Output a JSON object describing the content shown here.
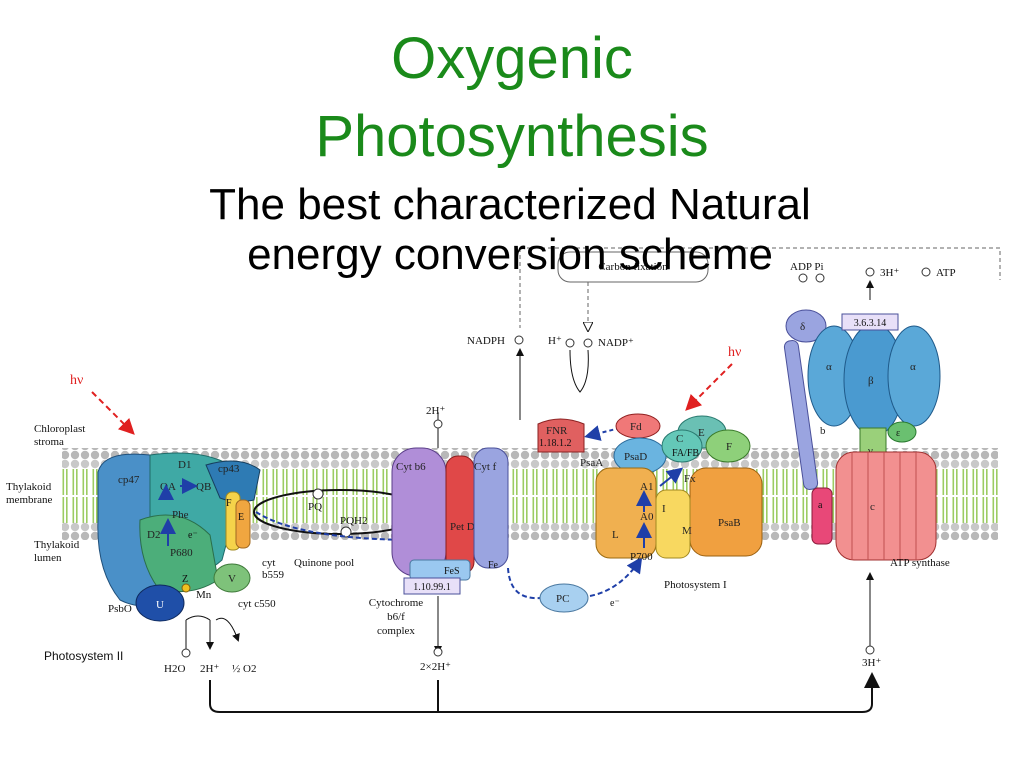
{
  "slide": {
    "title_line1": "Oxygenic",
    "title_line2": "Photosynthesis",
    "subtitle_line1": "The best characterized Natural",
    "subtitle_line2": "energy conversion scheme"
  },
  "diagram": {
    "hv_left": "hν",
    "hv_right": "hν",
    "chloroplast_stroma": [
      "Chloroplast",
      "stroma"
    ],
    "thylakoid_membrane": [
      "Thylakoid",
      "membrane"
    ],
    "thylakoid_lumen": [
      "Thylakoid",
      "lumen"
    ],
    "carbon_fixation": "Carbon fixation",
    "adp_pi": "ADP Pi",
    "three_h_top": "3H⁺",
    "atp": "ATP",
    "nadph": "NADPH",
    "h_plus": "H⁺",
    "nadp_plus": "NADP⁺",
    "two_h_plus": "2H⁺",
    "fnr": "FNR",
    "fnr_ec": "1.18.1.2",
    "fd": "Fd",
    "psa_c": "C",
    "psa_e": "E",
    "psa_d": "PsaD",
    "fa_fb": "FA/FB",
    "psa_f": "F",
    "psa_a": "PsaA",
    "a1": "A1",
    "fx": "Fx",
    "psa_i": "I",
    "a0": "A0",
    "psa_l": "L",
    "psa_m": "M",
    "psa_b": "PsaB",
    "p700": "P700",
    "photosystem_i": "Photosystem I",
    "cyt_b6": "Cyt b6",
    "cyt_f": "Cyt f",
    "pet_d": "Pet D",
    "fes": "FeS",
    "fe": "Fe",
    "cyt_ec": "1.10.99.1",
    "cytochrome_label": [
      "Cytochrome",
      "b6/f",
      "complex"
    ],
    "pq": "PQ",
    "pqh2": "PQH2",
    "quinone_pool": "Quinone pool",
    "pc": "PC",
    "e_minus": "e⁻",
    "d1": "D1",
    "cp47": "cp47",
    "cp43": "cp43",
    "qa": "QA",
    "qb": "QB",
    "phe": "Phe",
    "d2": "D2",
    "p680": "P680",
    "ps2_e": "E",
    "ps2_f": "F",
    "ps2_e_minus": "e⁻",
    "ps2_v": "V",
    "mn": "Mn",
    "ps2_u": "U",
    "ps2_z": "Z",
    "psbo": "PsbO",
    "cyt_b559": [
      "cyt",
      "b559"
    ],
    "cyt_c550": "cyt c550",
    "photosystem_ii": "Photosystem II",
    "h2o": "H2O",
    "two_h_bottom": "2H⁺",
    "half_o2": "½ O2",
    "two_x_2h": "2×2H⁺",
    "three_h_bottom": "3H⁺",
    "atp_delta": "δ",
    "atp_ec": "3.6.3.14",
    "atp_alpha_l": "α",
    "atp_beta": "β",
    "atp_alpha_r": "α",
    "atp_b": "b",
    "atp_gamma": "γ",
    "atp_epsilon": "ε",
    "atp_a": "a",
    "atp_c": "c",
    "atp_synthase": "ATP synthase"
  }
}
